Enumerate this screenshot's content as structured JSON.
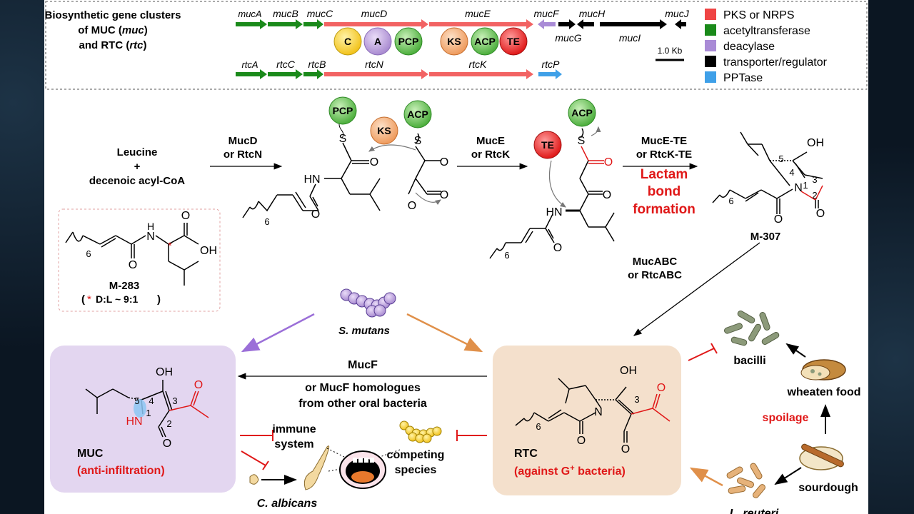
{
  "gene_panel": {
    "title_line1": "Biosynthetic gene clusters",
    "title_line2_a": "of MUC (",
    "title_line2_b": "muc",
    "title_line2_c": ")",
    "title_line3_a": "and RTC (",
    "title_line3_b": "rtc",
    "title_line3_c": ")",
    "muc_genes": [
      "mucA",
      "mucB",
      "mucC",
      "mucD",
      "mucE",
      "mucF",
      "mucG",
      "mucH",
      "mucI",
      "mucJ"
    ],
    "rtc_genes": [
      "rtcA",
      "rtcC",
      "rtcB",
      "rtcN",
      "rtcK",
      "rtcP"
    ],
    "domains_d": [
      "C",
      "A",
      "PCP"
    ],
    "domains_e": [
      "KS",
      "ACP",
      "TE"
    ],
    "scale": "1.0 Kb",
    "legend": [
      {
        "label": "PKS or NRPS",
        "color": "#ef4444"
      },
      {
        "label": "acetyltransferase",
        "color": "#1a8a1a"
      },
      {
        "label": "deacylase",
        "color": "#a98bd6"
      },
      {
        "label": "transporter/regulator",
        "color": "#000000"
      },
      {
        "label": "PPTase",
        "color": "#3fa0e8"
      }
    ]
  },
  "pathway": {
    "start1": "Leucine",
    "plus": "+",
    "start2": "decenoic acyl-CoA",
    "enzyme1a": "MucD",
    "enzyme1b": "or RtcN",
    "enzyme2a": "MucE",
    "enzyme2b": "or RtcK",
    "enzyme3a": "MucE-TE",
    "enzyme3b": "or RtcK-TE",
    "lactam1": "Lactam",
    "lactam2": "bond",
    "lactam3": "formation",
    "product1": "M-307",
    "enzyme4a": "MucABC",
    "enzyme4b": "or RtcABC",
    "side_product": "M-283",
    "side_ratio": "D:L ~ 9:1",
    "mucf1": "MucF",
    "mucf2": "or MucF homologues",
    "mucf3": "from other oral bacteria"
  },
  "atoms": {
    "PCP": "PCP",
    "ACP": "ACP",
    "KS": "KS",
    "TE": "TE",
    "S": "S",
    "O": "O",
    "OH": "OH",
    "HN": "HN",
    "NH": "H",
    "N": "N",
    "n6": "6",
    "n1": "1",
    "n2": "2",
    "n3": "3",
    "n4": "4",
    "n5": "5"
  },
  "muc_box": {
    "name": "MUC",
    "role": "(anti-infiltration)",
    "color": "#e3d6f0"
  },
  "rtc_box": {
    "name": "RTC",
    "role_a": "(against G",
    "role_sup": "+",
    "role_b": " bacteria)",
    "color": "#f4e0cc"
  },
  "labels": {
    "smutans": "S. mutans",
    "immune1": "immune",
    "immune2": "system",
    "competing1": "competing",
    "competing2": "species",
    "calbicans": "C. albicans",
    "bacilli": "bacilli",
    "wheaten": "wheaten food",
    "spoilage": "spoilage",
    "sourdough": "sourdough",
    "lreuteri": "L. reuteri"
  }
}
